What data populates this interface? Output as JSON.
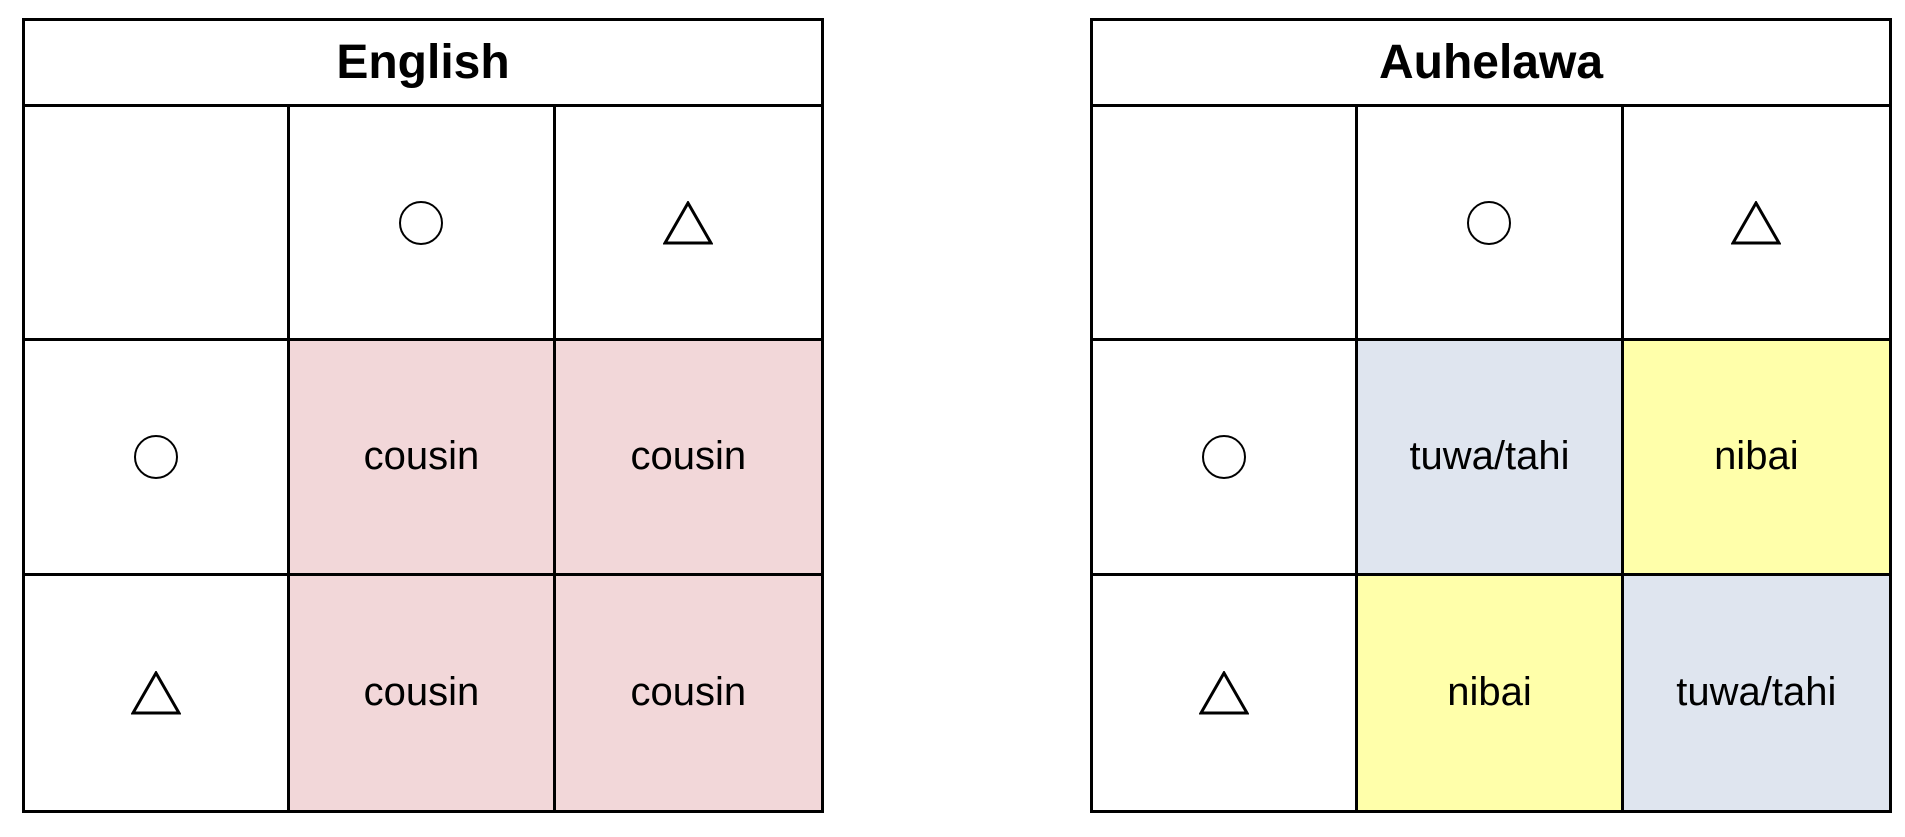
{
  "tables": [
    {
      "id": "english",
      "title": "English",
      "column_headers": [
        "circle-icon",
        "triangle-icon"
      ],
      "row_headers": [
        "circle-icon",
        "triangle-icon"
      ],
      "cells": [
        [
          {
            "text": "cousin",
            "color": "#f2d7d9"
          },
          {
            "text": "cousin",
            "color": "#f2d7d9"
          }
        ],
        [
          {
            "text": "cousin",
            "color": "#f2d7d9"
          },
          {
            "text": "cousin",
            "color": "#f2d7d9"
          }
        ]
      ]
    },
    {
      "id": "auhelawa",
      "title": "Auhelawa",
      "column_headers": [
        "circle-icon",
        "triangle-icon"
      ],
      "row_headers": [
        "circle-icon",
        "triangle-icon"
      ],
      "cells": [
        [
          {
            "text": "tuwa/tahi",
            "color": "#dfe5ef"
          },
          {
            "text": "nibai",
            "color": "#ffffaa"
          }
        ],
        [
          {
            "text": "nibai",
            "color": "#ffffaa"
          },
          {
            "text": "tuwa/tahi",
            "color": "#dfe5ef"
          }
        ]
      ]
    }
  ]
}
